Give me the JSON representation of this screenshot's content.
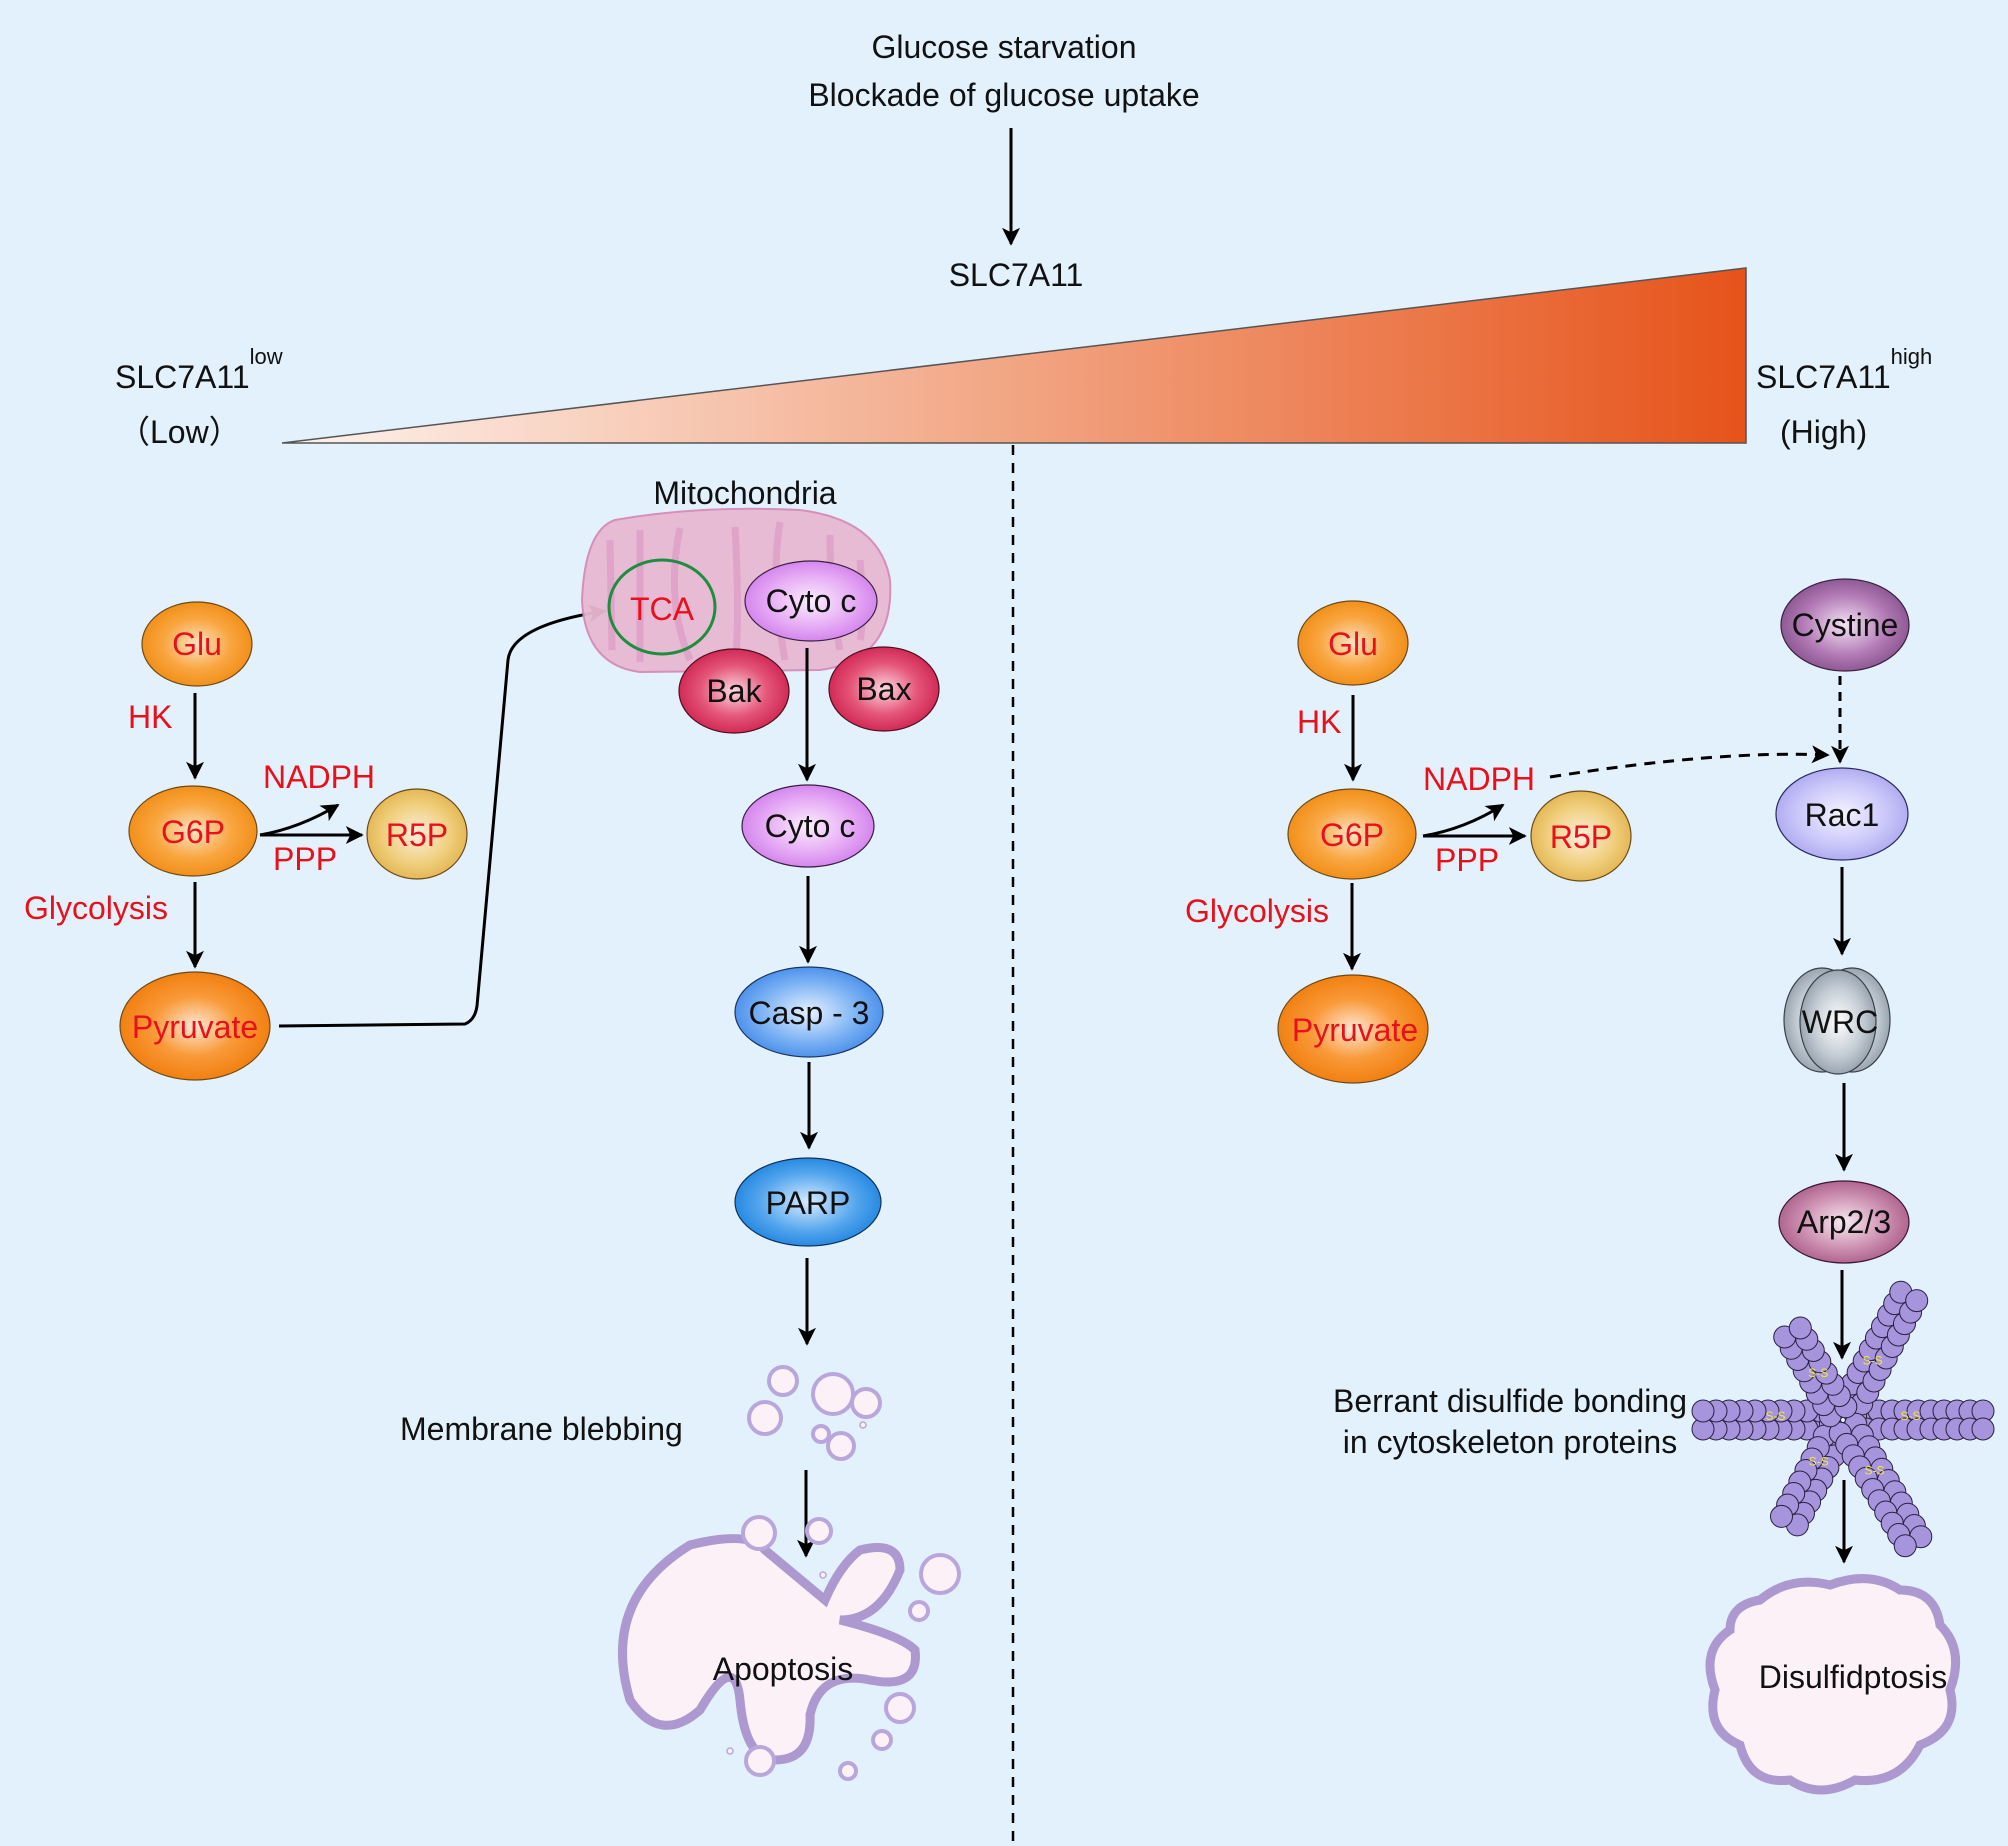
{
  "header": {
    "line1": "Glucose starvation",
    "line2": "Blockade of glucose uptake",
    "gene": "SLC7A11"
  },
  "gradient": {
    "low_label": "SLC7A11",
    "low_sup": "low",
    "low_caption": "（Low）",
    "high_label": "SLC7A11",
    "high_sup": "high",
    "high_caption": "(High)",
    "color_start": "#fdf0ea",
    "color_end": "#e6531a"
  },
  "left_panel": {
    "glu": "Glu",
    "hk": "HK",
    "g6p": "G6P",
    "nadph": "NADPH",
    "ppp": "PPP",
    "r5p": "R5P",
    "glycolysis": "Glycolysis",
    "pyruvate": "Pyruvate",
    "mitochondria": "Mitochondria",
    "tca": "TCA",
    "cyto_c_mito": "Cyto c",
    "bak": "Bak",
    "bax": "Bax",
    "cyto_c": "Cyto c",
    "casp3": "Casp - 3",
    "parp": "PARP",
    "membrane_blebbing": "Membrane blebbing",
    "apoptosis": "Apoptosis"
  },
  "right_panel": {
    "glu": "Glu",
    "hk": "HK",
    "g6p": "G6P",
    "nadph": "NADPH",
    "ppp": "PPP",
    "r5p": "R5P",
    "glycolysis": "Glycolysis",
    "pyruvate": "Pyruvate",
    "cystine": "Cystine",
    "rac1": "Rac1",
    "wrc": "WRC",
    "arp23": "Arp2/3",
    "disulfide_line1": "Berrant disulfide bonding",
    "disulfide_line2": "in cytoskeleton proteins",
    "ss_bond": "S-S",
    "disulfidptosis": "Disulfidptosis"
  },
  "colors": {
    "background": "#e3f1fc",
    "metabolite_text": "#e8101a",
    "orange_node": "#f7921e",
    "r5p_node": "#e8c25a",
    "cyto_c_node": "#d88ef0",
    "bcl2_node": "#d9325a",
    "casp_node": "#4d95ec",
    "parp_node": "#2a8ee0",
    "cystine_node": "#8e5a95",
    "rac1_node": "#b5b3f3",
    "wrc_node": "#9aa5b0",
    "arp_node": "#b86d95",
    "actin": "#a694dc",
    "cell": "#fbf1f6",
    "cell_membrane": "#ad98cf",
    "tca_ring": "#1e8e3e"
  }
}
